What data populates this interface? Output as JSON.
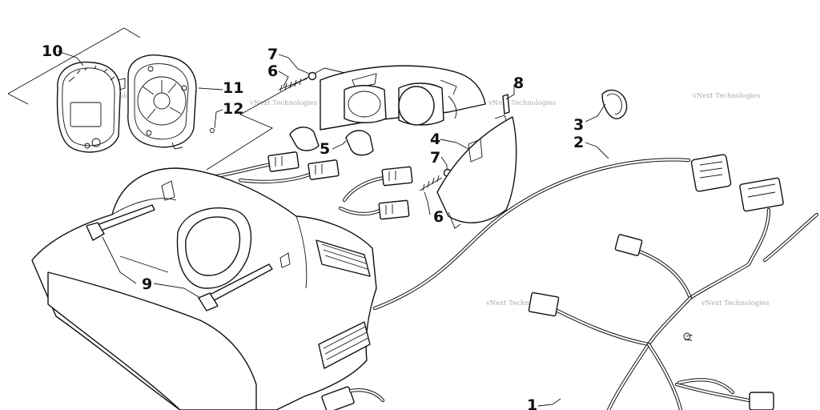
{
  "diagram": {
    "callouts": {
      "c1": "1",
      "c2": "2",
      "c3": "3",
      "c4": "4",
      "c5": "5",
      "c6a": "6",
      "c6b": "6",
      "c7a": "7",
      "c7b": "7",
      "c8": "8",
      "c9": "9",
      "c10": "10",
      "c11": "11",
      "c12": "12"
    },
    "watermark": "vNext Technologies"
  }
}
